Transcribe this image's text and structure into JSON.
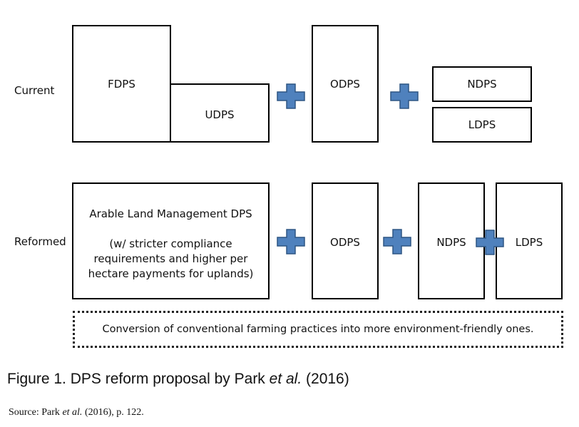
{
  "rows": {
    "current_label": "Current",
    "reformed_label": "Reformed"
  },
  "current": {
    "fdps": "FDPS",
    "udps": "UDPS",
    "odps": "ODPS",
    "ndps": "NDPS",
    "ldps": "LDPS"
  },
  "reformed": {
    "arable_title": "Arable Land Management DPS",
    "arable_line1": "(w/ stricter compliance",
    "arable_line2": "requirements and higher per",
    "arable_line3": "hectare payments for uplands)",
    "odps": "ODPS",
    "ndps": "NDPS",
    "ldps": "LDPS"
  },
  "note": "Conversion of conventional farming practices into more environment-friendly ones.",
  "caption": {
    "prefix": "Figure 1. DPS reform proposal by Park ",
    "etal": "et al.",
    "suffix": " (2016)"
  },
  "source": {
    "prefix": "Source: Park ",
    "etal": "et al.",
    "suffix": " (2016), p. 122."
  },
  "colors": {
    "plus_fill": "#4f81bd",
    "plus_stroke": "#2f5683"
  }
}
